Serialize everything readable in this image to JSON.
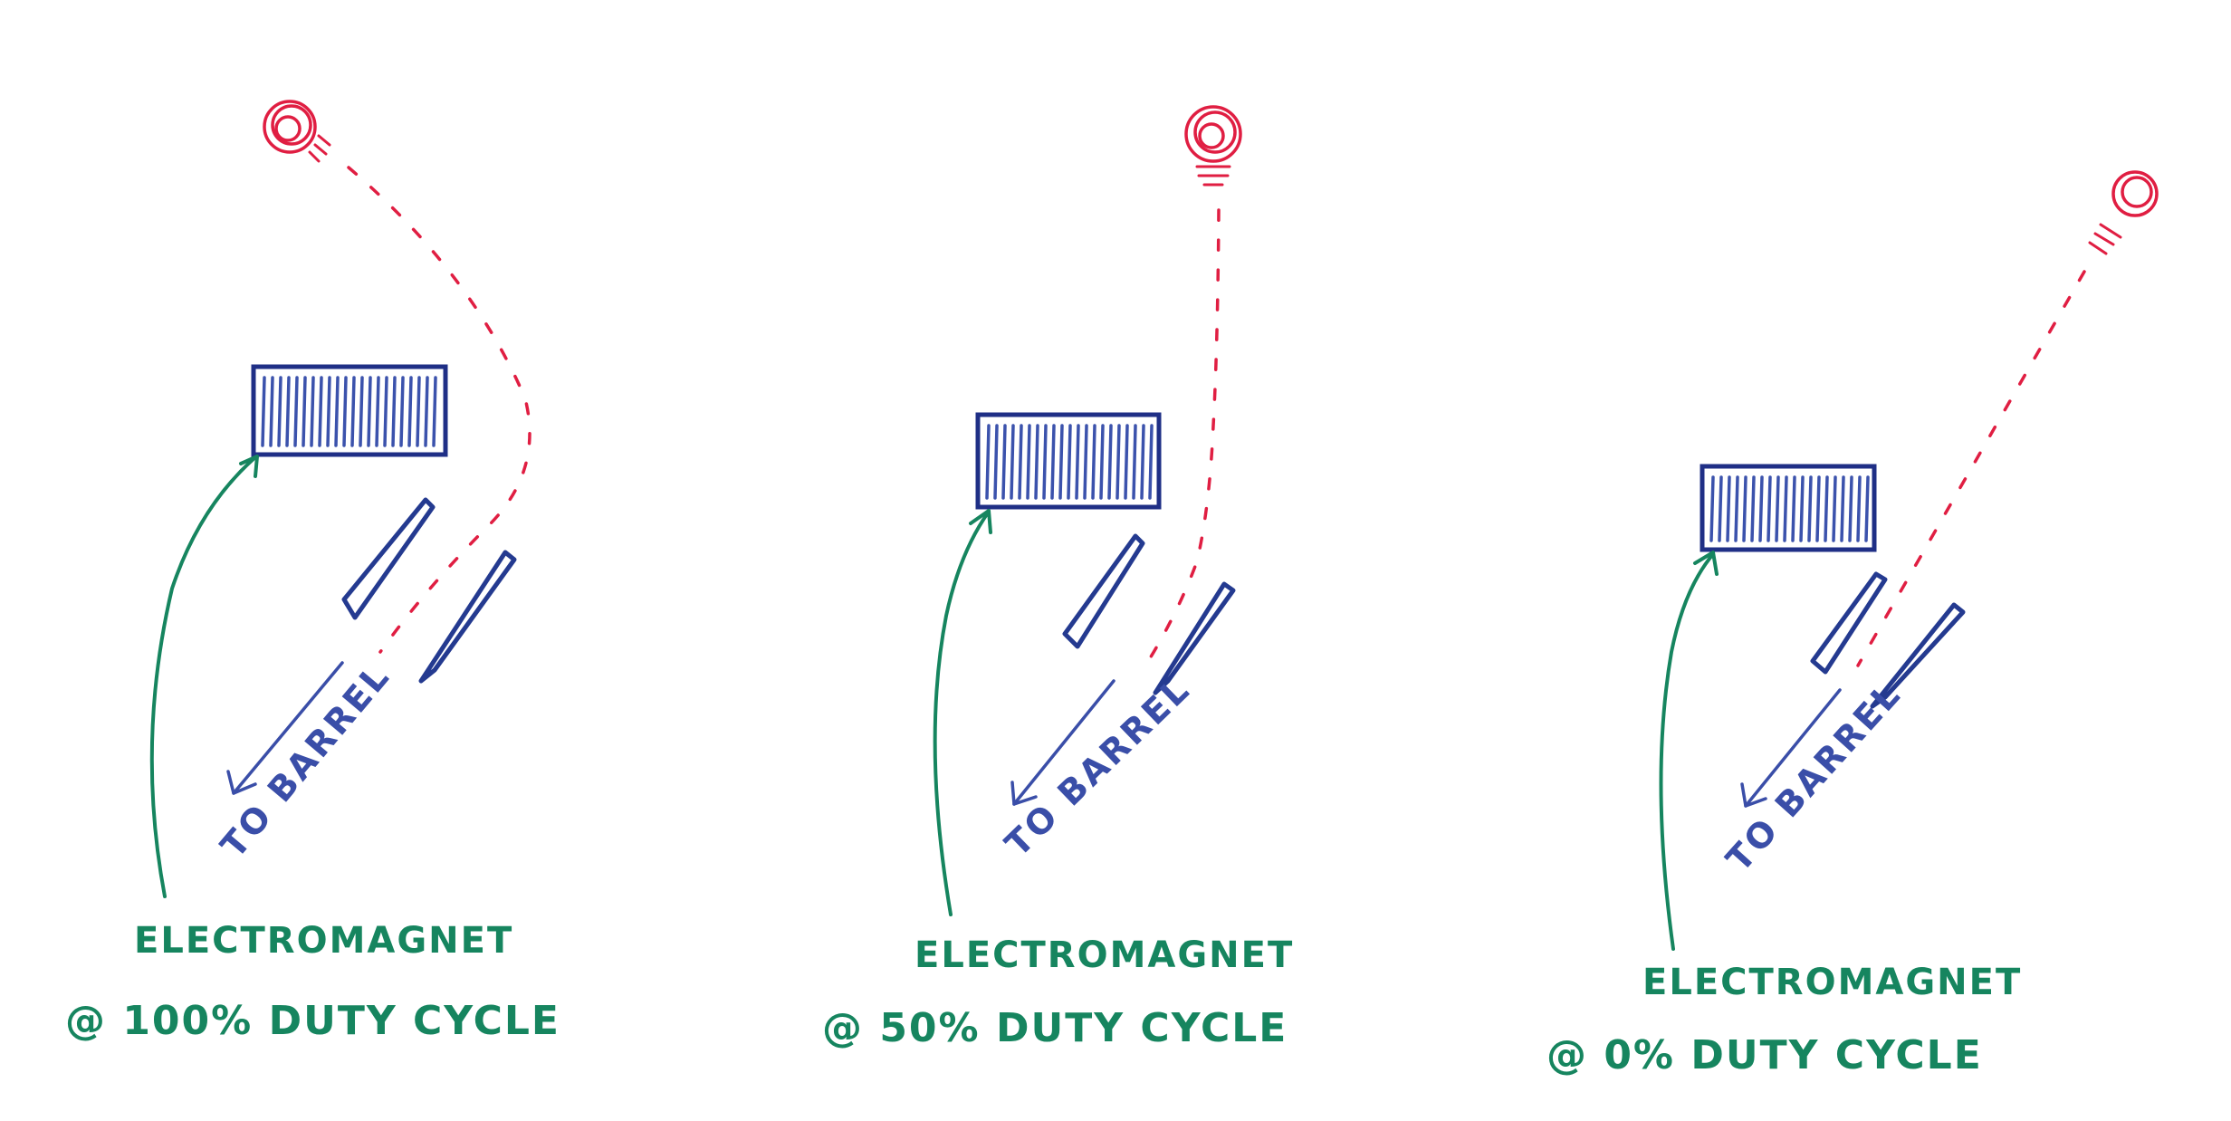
{
  "panels": [
    {
      "barrel_label": "TO BARREL",
      "magnet_label": "ELECTROMAGNET",
      "duty_label": "@ 100% DUTY CYCLE",
      "duty_cycle_percent": 100
    },
    {
      "barrel_label": "TO BARREL",
      "magnet_label": "ELECTROMAGNET",
      "duty_label": "@ 50% DUTY CYCLE",
      "duty_cycle_percent": 50
    },
    {
      "barrel_label": "TO BARREL",
      "magnet_label": "ELECTROMAGNET",
      "duty_label": "@ 0% DUTY CYCLE",
      "duty_cycle_percent": 0
    }
  ],
  "colors": {
    "label_green": "#16855f",
    "magnet_blue": "#1f2f86",
    "ball_red": "#e01e42",
    "barrel_blue": "#3a4ea8"
  }
}
